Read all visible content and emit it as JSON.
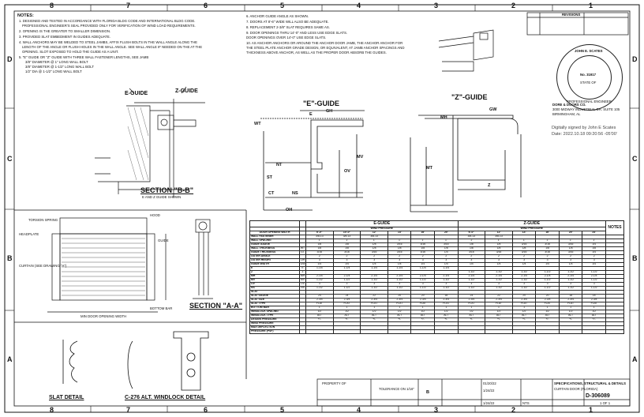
{
  "border": {
    "columns": [
      "8",
      "7",
      "6",
      "5",
      "4",
      "3",
      "2",
      "1"
    ],
    "rows": [
      "D",
      "C",
      "B",
      "A"
    ]
  },
  "notes": {
    "heading": "NOTES:",
    "lines": [
      "1. DESIGNED AND TESTED IN ACCORDANCE WITH FLORIDA BLDG CODE AND INTERNATIONAL BLDG CODE.",
      "PROFESSIONAL ENGINEER'S SEAL PROVIDED ONLY FOR VERIFICATION OF WIND LOAD REQUIREMENTS.",
      "2. OPENING IS THE GREATER TO SMALLER DIMENSION.",
      "3. PROVIDED SLAT EMBEDMENT IN GUIDES ADEQUATE.",
      "4. WALL ANCHORS MAY BE WELDED TO STEEL JAMBS, AFFIX FLUSH BOLTS IN THE WALL ANGLE ALONG THE",
      "LENGTH OF THE ANGLE OR FLUSH HOLES IN THE WALL ANGLE. SEE WALL ANGLE IF NEEDED ON THE AT THE",
      "OPENING. SLOT EXPOSED TO HOLD THE GUIDE AS A UNIT.",
      "5. \"E\" GUIDE OR \"Z\" GUIDE WITH THREE WALL FASTENER LENGTHS, SEE JAMB",
      "  3/8\" DIAMETER @ 1\" LONG WALL BOLT",
      "  3/8\" DIAMETER @ 1-1/2\" LONG WALL BOLT",
      "  1/2\" DIA @ 1-1/2\" LONG WALL BOLT"
    ],
    "lines_right": [
      "6. ANCHOR GUIDE ANGLE AS SHOWN.",
      "7. DOORS AT 8'-6\" WIDE WILL ALSO BE ADEQUATE.",
      "8. REPLACEMENT 2-3/8\" SLAT REQUIRES SAME AS.",
      "9. DOOR OPENINGS THRU 14'-0\" AND LESS USE EDGE SLATS.",
      "   DOOR OPENINGS OVER 14'-0\" USE EDGE SLATS.",
      "10. AS ANCHOR ANCHORS OR AROUND THE ANCHOR DOOR JAMB, THE ANCHOR ANCHOR FOR",
      "THE STEEL PLATE ANCHOR GRADE DESIGN, OR EQUIVALENT, AT JAMB ANCHOR SPACINGS AND",
      "THICKNESS ABOVE ANCHOR, AS WELL AS THE PROPER DOOR ABSORB THE GUIDES."
    ]
  },
  "title_block": {
    "revision_header": "REVISIONS",
    "company_line": "DORE & DOORS CO.",
    "company_addr": "3000 MIDWAY INDUSTRIAL DR. SUITE 105",
    "company_city": "BIRMINGHAM, AL",
    "seal_name": "JOHN E. SCATES",
    "seal_license": "No. 31917",
    "seal_state": "STATE OF",
    "seal_caption": "PROFESSIONAL ENGINEER",
    "signature_line1": "Digitally signed by John E Scates",
    "signature_line2": "Date: 2022.10.18 09:20:56 -05'00'",
    "drawing_title": "SPECIFICATIONS, STRUCTURAL & DETAILS",
    "drawing_title2": "CURTAIN DOOR (FLORIDA)",
    "drawing_number": "D-306089",
    "scale_label": "NTS",
    "sheet_label": "1 OF 1",
    "date1": "01/20/22",
    "date2": "1/24/22",
    "date3": "1/24/22",
    "section_label": "PROPERTY OF",
    "size_label": "B",
    "tol_label": "TOLERANCE ON 1/16\""
  },
  "views": {
    "section_bb": "SECTION \"B-B\"",
    "section_bb_sub": "E AND Z GUIDE SHOWN",
    "section_aa": "SECTION \"A-A\"",
    "slat_detail": "SLAT DETAIL",
    "windlock_detail": "C-276 ALT. WINDLOCK DETAIL",
    "e_guide": "\"E\"-GUIDE",
    "z_guide": "\"Z\"-GUIDE",
    "e_guide_callout": "E-GUIDE",
    "z_guide_callout": "Z-GUIDE",
    "hood_label": "HOOD",
    "torsion_label": "TORSION SPRING",
    "headplate_label": "HEADPLATE",
    "guide_label": "GUIDE",
    "curtain_label": "CURTAIN (SEE DRAWING \"A\")",
    "bottom_bar_label": "BOTTOM BAR",
    "width_label": "MIN DOOR OPENING WIDTH",
    "dims": [
      "GH",
      "GW",
      "OH",
      "MH",
      "OV",
      "MV",
      "ST",
      "CT",
      "NS",
      "NT",
      "MT",
      "E",
      "Z",
      "WT"
    ]
  },
  "table": {
    "e_guide_title": "E-GUIDE",
    "z_guide_title": "Z-GUIDE",
    "wind_pressure": "WIND PRESSURE",
    "notes_title": "NOTES",
    "width_header": "DOOR OPENING WIDTH",
    "col_heads": [
      "6'-0\"",
      "10'-0\"",
      "12'",
      "14'",
      "16'",
      "20'",
      "6'-0\"",
      "12'",
      "14'",
      "16'",
      "20'",
      "24'"
    ],
    "rows": [
      {
        "label": "WALL FASTENER",
        "sym": "",
        "vals": [
          "3/8-13",
          "3/8-13",
          "3/8-13",
          "",
          "",
          "",
          "3/8-13",
          "3/8-13",
          "",
          "",
          "",
          ""
        ]
      },
      {
        "label": "WALL SPACING",
        "sym": "",
        "vals": [
          "1'",
          "1'",
          "1'",
          "1'",
          "1'",
          "1'",
          "1'",
          "1'",
          "1'",
          "1'",
          "1'",
          "1'"
        ]
      },
      {
        "label": "GUIDE GAUGE",
        "sym": "",
        "vals": [
          "1/8",
          "1/8",
          "1/8",
          "3/16",
          "3/16",
          "3/16",
          "1/8",
          "1/8",
          "3/16",
          "3/16",
          "3/16",
          "1/4"
        ]
      },
      {
        "label": "WALL THICKNESS",
        "sym": "WT",
        "vals": [
          "1/8",
          "1/8",
          "1/8",
          "1/8",
          "1/8",
          "1/8",
          "1/8",
          "1/8",
          "1/8",
          "1/8",
          "1/8",
          "1/8"
        ]
      },
      {
        "label": "GUIDE THICKNESS",
        "sym": "GT",
        "vals": [
          "3/16",
          "3/16",
          "3/16",
          "3/16",
          "3/16",
          "1/4",
          "3/16",
          "3/16",
          "3/16",
          "3/16",
          "3/16",
          "1/4"
        ]
      },
      {
        "label": "OUTER ANGLE",
        "sym": "",
        "vals": [
          "2",
          "2",
          "2",
          "2",
          "2",
          "2",
          "2",
          "2",
          "2",
          "2",
          "2",
          "2"
        ]
      },
      {
        "label": "OUTER HEIGHT",
        "sym": "OH",
        "vals": [
          "3",
          "3",
          "3",
          "3",
          "3",
          "3",
          "3",
          "3",
          "3",
          "3",
          "3",
          "3"
        ]
      },
      {
        "label": "GUIDE WIDTH",
        "sym": "GW",
        "vals": [
          "1/4",
          "1/4",
          "1/4",
          "1/4",
          "1/4",
          "1/4",
          "1/4",
          "1/4",
          "1/4",
          "1/4",
          "1/4",
          "1/4"
        ]
      },
      {
        "label": "E",
        "sym": "E",
        "vals": [
          "1-1/4",
          "1-1/4",
          "1-1/4",
          "1-1/4",
          "1-1/4",
          "1-1/4",
          "",
          "",
          "",
          "",
          "",
          ""
        ]
      },
      {
        "label": "Z",
        "sym": "Z",
        "vals": [
          "",
          "",
          "",
          "",
          "",
          "",
          "1-1/2",
          "1-1/2",
          "1-1/2",
          "1-1/2",
          "1-1/2",
          "1-1/2"
        ]
      },
      {
        "label": "MH",
        "sym": "MH",
        "vals": [
          "2-1/4",
          "2-1/4",
          "2-1/4",
          "2-1/4",
          "2-1/4",
          "2-1/4",
          "2-1/4",
          "2-1/4",
          "2-1/4",
          "2-1/4",
          "2-1/4",
          "2-1/4"
        ]
      },
      {
        "label": "MV",
        "sym": "MV",
        "vals": [
          "1-1/2",
          "1-1/2",
          "1-1/2",
          "1-1/2",
          "1-1/2",
          "1-1/2",
          "1-1/2",
          "1-1/2",
          "1-1/2",
          "1-1/2",
          "1-1/2",
          "1-1/2"
        ]
      },
      {
        "label": "OV",
        "sym": "OV",
        "vals": [
          "3",
          "3",
          "3",
          "3",
          "3",
          "3",
          "3",
          "3",
          "3",
          "3",
          "3",
          "3"
        ]
      },
      {
        "label": "NS",
        "sym": "NS",
        "vals": [
          "1-1/2",
          "1-1/2",
          "1-1/2",
          "1-1/2",
          "1-1/2",
          "1-1/2",
          "1-1/2",
          "1-1/2",
          "1-1/2",
          "1-1/2",
          "1-1/2",
          "1-1/2"
        ]
      },
      {
        "label": "SLAT",
        "sym": "",
        "vals": [
          "",
          "",
          "",
          "",
          "",
          "",
          "",
          "",
          "",
          "",
          "",
          ""
        ]
      },
      {
        "label": "SLAT GAUGE",
        "sym": "",
        "vals": [
          "24",
          "24",
          "22",
          "20",
          "20",
          "18",
          "24",
          "22",
          "20",
          "20",
          "18",
          "18"
        ]
      },
      {
        "label": "SLAT SIZE",
        "sym": "",
        "vals": [
          "2-3/4",
          "2-3/4",
          "2-3/4",
          "2-3/4",
          "2-3/4",
          "2-3/4",
          "2-3/4",
          "2-3/4",
          "2-3/4",
          "2-3/4",
          "2-3/4",
          "2-3/4"
        ]
      },
      {
        "label": "SLAT TYPE",
        "sym": "",
        "vals": [
          "FLAT",
          "FLAT",
          "FLAT",
          "FLAT",
          "FLAT",
          "FLAT",
          "FLAT",
          "FLAT",
          "FLAT",
          "FLAT",
          "FLAT",
          "FLAT"
        ]
      },
      {
        "label": "BOTTOM BAR",
        "sym": "",
        "vals": [
          "1",
          "1",
          "1",
          "1",
          "1",
          "1",
          "1",
          "1",
          "1",
          "1",
          "1",
          "1"
        ]
      },
      {
        "label": "WINDLOCK SPACING",
        "sym": "",
        "vals": [
          "1/2",
          "1/2",
          "1/2",
          "1/2",
          "1/2",
          "1/2",
          "1/2",
          "1/2",
          "1/2",
          "1/2",
          "1/2",
          "1/2"
        ]
      },
      {
        "label": "WINDLOCK TYPE",
        "sym": "",
        "vals": [
          "ALT",
          "ALT",
          "ALT",
          "ALT",
          "ALT",
          "ALT",
          "ALT",
          "ALT",
          "ALT",
          "ALT",
          "ALT",
          "ALT"
        ]
      },
      {
        "label": "DESIGN PRESSURE",
        "sym": "",
        "vals": [
          "+/-",
          "+/-",
          "+/-",
          "+/-",
          "+/-",
          "+/-",
          "+/-",
          "+/-",
          "+/-",
          "+/-",
          "+/-",
          "+/-"
        ]
      },
      {
        "label": "WIND PRESSURE",
        "sym": "",
        "vals": [
          "",
          "",
          "",
          "",
          "",
          "",
          "",
          "",
          "",
          "",
          "",
          ""
        ]
      },
      {
        "label": "MAX DEFLECTION",
        "sym": "",
        "vals": [
          "",
          "",
          "",
          "",
          "",
          "",
          "",
          "",
          "",
          "",
          "",
          ""
        ]
      },
      {
        "label": "PRESSURE (PSF)",
        "sym": "",
        "vals": [
          "",
          "",
          "",
          "",
          "",
          "",
          "",
          "",
          "",
          "",
          "",
          ""
        ]
      }
    ]
  },
  "colors": {
    "ink": "#111111",
    "paper": "#ffffff"
  }
}
